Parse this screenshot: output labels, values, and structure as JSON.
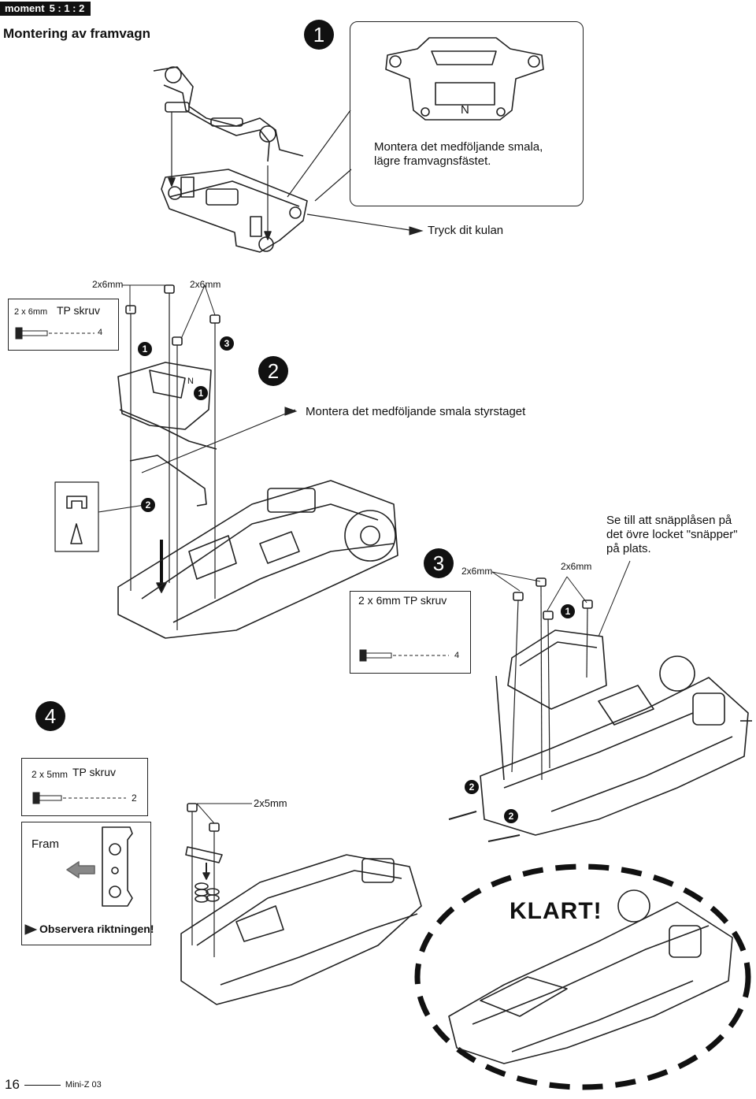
{
  "header": {
    "badge_word": "moment",
    "badge_num": "5 : 1 : 2",
    "title": "Montering av framvagn"
  },
  "steps": {
    "s1": {
      "num": "1",
      "note_plate_letter": "N",
      "note_text": "Montera det medföljande smala, lägre framvagnsfästet.",
      "push_label": "Tryck dit kulan"
    },
    "s2": {
      "num": "2",
      "screw_a": "2x6mm",
      "screw_b": "2x6mm",
      "box_size": "2 x 6mm",
      "box_type": "TP skruv",
      "box_qty": "4",
      "callout_1": "1",
      "callout_3": "3",
      "callout_1b": "1",
      "callout_2": "2",
      "plate_letter": "N",
      "text": "Montera det medföljande smala styrstaget"
    },
    "s3": {
      "num": "3",
      "screw_a": "2x6mm",
      "screw_b": "2x6mm",
      "box_size": "2 x 6mm",
      "box_type": "TP skruv",
      "box_qty": "4",
      "callout_1": "1",
      "callout_2a": "2",
      "callout_2b": "2",
      "note": "Se till att snäpplåsen på det övre locket \"snäpper\" på plats."
    },
    "s4": {
      "num": "4",
      "box_size": "2 x 5mm",
      "box_type": "TP skruv",
      "box_qty": "2",
      "screw_label": "2x5mm",
      "fram_label": "Fram",
      "observe": "Observera riktningen!",
      "done": "KLART!"
    }
  },
  "footer": {
    "page": "16",
    "model": "Mini-Z 03"
  }
}
